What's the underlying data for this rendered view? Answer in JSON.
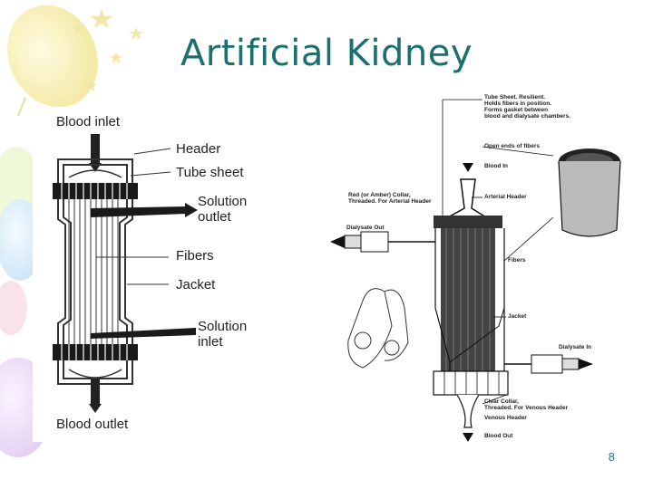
{
  "slide": {
    "title": "Artificial Kidney",
    "page_number": "8"
  },
  "left_diagram": {
    "labels": {
      "blood_inlet": "Blood inlet",
      "header": "Header",
      "tube_sheet": "Tube sheet",
      "solution_outlet": "Solution\noutlet",
      "fibers": "Fibers",
      "jacket": "Jacket",
      "solution_inlet": "Solution\ninlet",
      "blood_outlet": "Blood outlet"
    }
  },
  "right_diagram": {
    "labels": {
      "tube_sheet_note": "Tube Sheet. Resilient.\nHolds fibers in position.\nForms gasket between\nblood and dialysate chambers.",
      "open_ends": "Open ends of fibers",
      "blood_in": "Blood In",
      "red_collar": "Red (or Amber) Collar,\nThreaded. For Arterial Header",
      "arterial_header": "Arterial Header",
      "dialysate_out": "Dialysate Out",
      "fibers": "Fibers",
      "jacket": "Jacket",
      "dialysate_in": "Dialysate In",
      "clear_collar": "Clear Collar,\nThreaded. For Venous Header",
      "venous_header": "Venous Header",
      "blood_out": "Blood Out"
    }
  },
  "colors": {
    "title": "#1b6f6f",
    "page_number": "#2a6f8f"
  }
}
